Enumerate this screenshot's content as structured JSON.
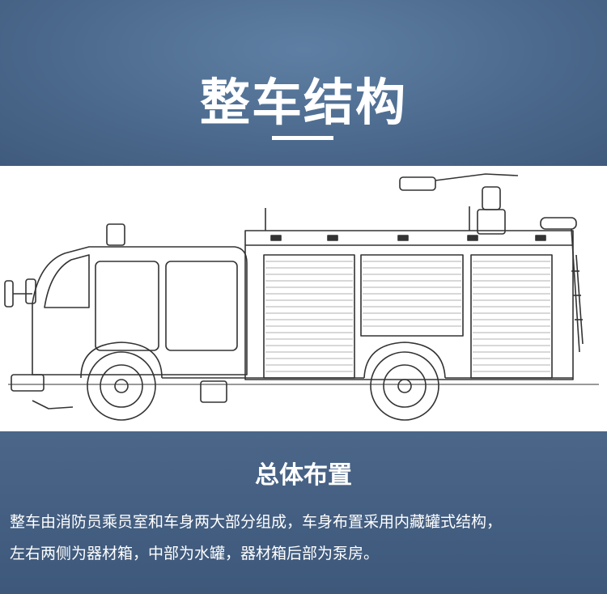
{
  "header": {
    "title": "整车结构"
  },
  "section": {
    "subtitle": "总体布置",
    "lines": [
      "整车由消防员乘员室和车身两大部分组成，车身布置采用内藏罐式结构，",
      "左右两侧为器材箱，中部为水罐，器材箱后部为泵房。"
    ]
  },
  "colors": {
    "band": "#4a6587",
    "panel": "#ffffff",
    "line": "#333333"
  },
  "drawing": {
    "subject": "fire-truck-side-elevation"
  }
}
